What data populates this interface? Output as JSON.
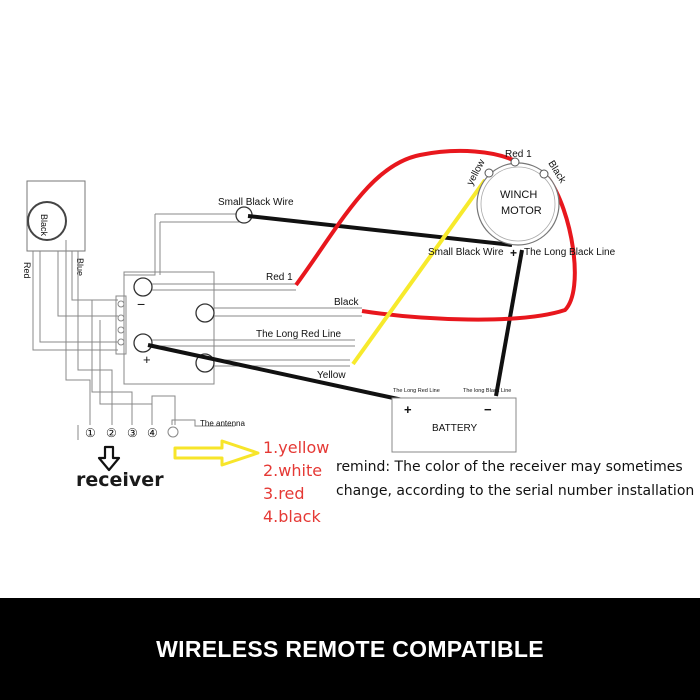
{
  "diagram": {
    "left_labels": {
      "black": "Black",
      "red": "Red",
      "blue": "Blue"
    },
    "wire_labels": {
      "small_black_wire_top": "Small Black Wire",
      "red_1": "Red 1",
      "black": "Black",
      "the_long_red_line": "The Long Red Line",
      "yellow": "Yellow",
      "the_antenna": "The antenna"
    },
    "solenoid_marks": {
      "minus": "−",
      "plus": "+"
    },
    "motor": {
      "line1": "WINCH",
      "line2": "MOTOR",
      "label_yellow": "yellow",
      "label_red_1": "Red 1",
      "label_black": "Black",
      "small_black_wire": "Small Black Wire",
      "plus": "+",
      "the_long_black_line": "The Long Black Line"
    },
    "battery": {
      "label": "BATTERY",
      "plus": "+",
      "minus": "−",
      "long_red_line": "The Long Red Line",
      "long_black_line": "The long Black Line"
    },
    "terminals": [
      "①",
      "②",
      "③",
      "④"
    ]
  },
  "receiver_label": "receiver",
  "color_list": [
    "1.yellow",
    "2.white",
    "3.red",
    "4.black"
  ],
  "remind_text": "remind: The color of the receiver may sometimes change, according to the serial number installation",
  "footer_text": "WIRELESS REMOTE COMPATIBLE",
  "colors": {
    "red_wire": "#e8171d",
    "yellow_wire": "#f7ea2c",
    "list_red": "#e53935",
    "footer_bg": "#000000"
  }
}
